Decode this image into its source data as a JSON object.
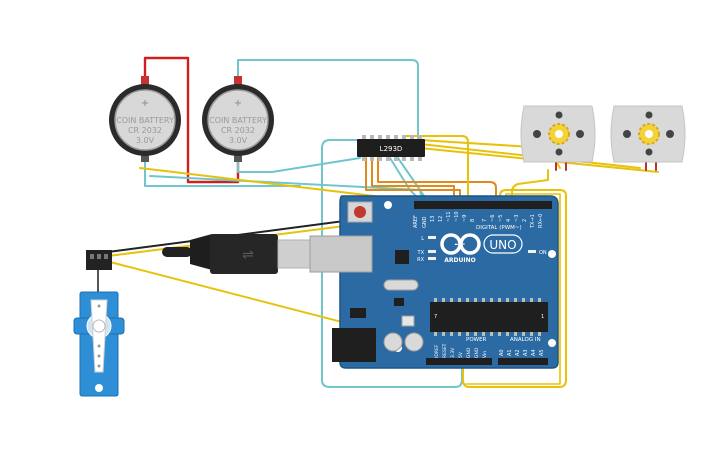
{
  "batteries": [
    {
      "label_line1": "COIN BATTERY",
      "label_line2": "CR 2032",
      "label_line3": "3.0V",
      "plus": "+"
    },
    {
      "label_line1": "COIN BATTERY",
      "label_line2": "CR 2032",
      "label_line3": "3.0V",
      "plus": "+"
    }
  ],
  "driver_chip": {
    "label": "L293D"
  },
  "arduino": {
    "digital_label": "DIGITAL (PWM~)",
    "brand": "ARDUINO",
    "model": "UNO",
    "logo_symbols": "-+",
    "power_label": "POWER",
    "analog_label": "ANALOG IN",
    "on_label": "ON",
    "tx_label": "TX",
    "rx_label": "RX",
    "l_label": "L",
    "digital_pins": [
      "AREF",
      "GND",
      "13",
      "12",
      "~11",
      "~10",
      "~9",
      "8",
      "7",
      "~6",
      "~5",
      "4",
      "~3",
      "2",
      "TX→1",
      "RX←0"
    ],
    "analog_pins": [
      "A0",
      "A1",
      "A2",
      "A3",
      "A4",
      "A5"
    ],
    "power_pins": [
      "IOREF",
      "RESET",
      "3.3V",
      "5V",
      "GND",
      "GND",
      "Vin"
    ],
    "left_header_text": "7",
    "right_header_text": "1"
  },
  "colors": {
    "wire_teal": "#6fc6cc",
    "wire_yellow": "#e8c20a",
    "wire_orange": "#e08a1c",
    "wire_red": "#d11f1f",
    "wire_black": "#222222",
    "board": "#2b6aa3",
    "servo": "#2f8fd6"
  }
}
